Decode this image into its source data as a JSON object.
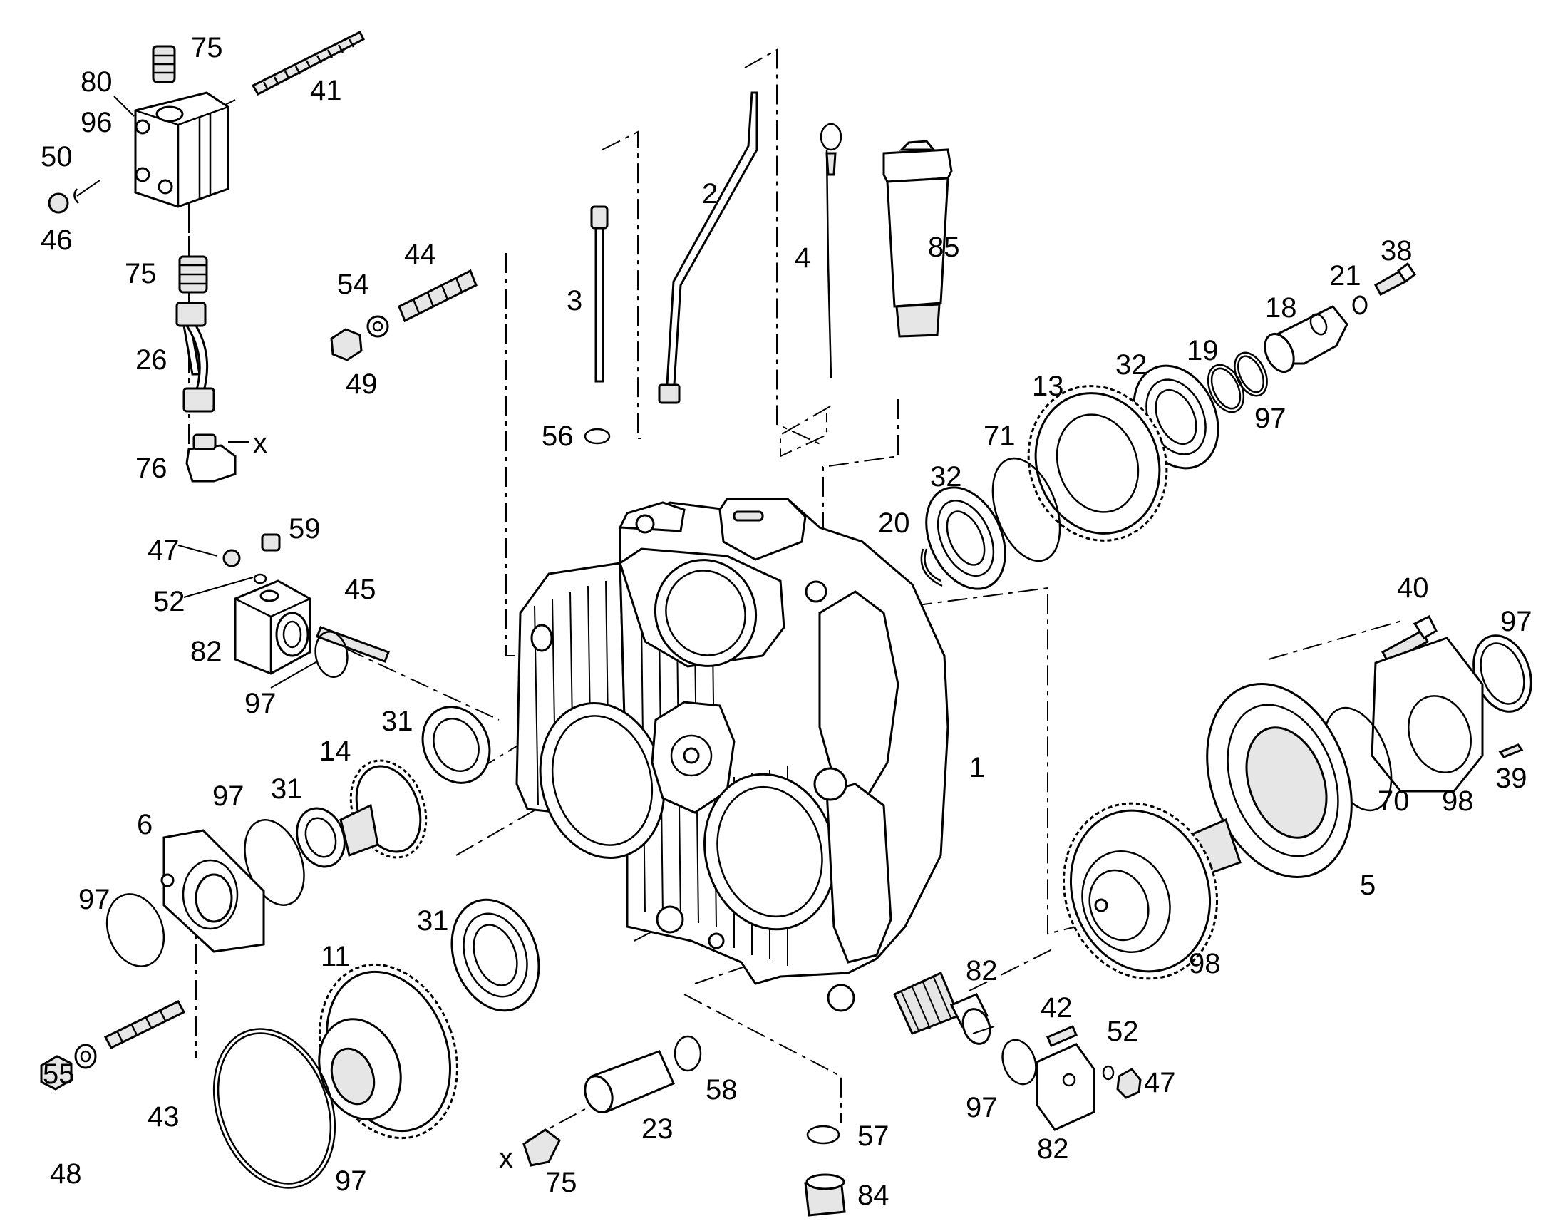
{
  "labels": [
    {
      "id": "l75a",
      "text": "75"
    },
    {
      "id": "l80",
      "text": "80"
    },
    {
      "id": "l96",
      "text": "96"
    },
    {
      "id": "l41",
      "text": "41"
    },
    {
      "id": "l50",
      "text": "50"
    },
    {
      "id": "l46",
      "text": "46"
    },
    {
      "id": "l75b",
      "text": "75"
    },
    {
      "id": "l26",
      "text": "26"
    },
    {
      "id": "l76",
      "text": "76"
    },
    {
      "id": "lx1",
      "text": "x"
    },
    {
      "id": "l54",
      "text": "54"
    },
    {
      "id": "l44",
      "text": "44"
    },
    {
      "id": "l49",
      "text": "49"
    },
    {
      "id": "l3",
      "text": "3"
    },
    {
      "id": "l56",
      "text": "56"
    },
    {
      "id": "l2",
      "text": "2"
    },
    {
      "id": "l4",
      "text": "4"
    },
    {
      "id": "l85",
      "text": "85"
    },
    {
      "id": "l38",
      "text": "38"
    },
    {
      "id": "l21",
      "text": "21"
    },
    {
      "id": "l18",
      "text": "18"
    },
    {
      "id": "l32a",
      "text": "32"
    },
    {
      "id": "l19",
      "text": "19"
    },
    {
      "id": "l97a",
      "text": "97"
    },
    {
      "id": "l13",
      "text": "13"
    },
    {
      "id": "l71",
      "text": "71"
    },
    {
      "id": "l32b",
      "text": "32"
    },
    {
      "id": "l20",
      "text": "20"
    },
    {
      "id": "l47a",
      "text": "47"
    },
    {
      "id": "l59",
      "text": "59"
    },
    {
      "id": "l52a",
      "text": "52"
    },
    {
      "id": "l45",
      "text": "45"
    },
    {
      "id": "l82a",
      "text": "82"
    },
    {
      "id": "l97b",
      "text": "97"
    },
    {
      "id": "l31a",
      "text": "31"
    },
    {
      "id": "l14",
      "text": "14"
    },
    {
      "id": "l97c",
      "text": "97"
    },
    {
      "id": "l31b",
      "text": "31"
    },
    {
      "id": "l6",
      "text": "6"
    },
    {
      "id": "l97d",
      "text": "97"
    },
    {
      "id": "l40",
      "text": "40"
    },
    {
      "id": "l97e",
      "text": "97"
    },
    {
      "id": "l1",
      "text": "1"
    },
    {
      "id": "l39",
      "text": "39"
    },
    {
      "id": "l70",
      "text": "70"
    },
    {
      "id": "l98a",
      "text": "98"
    },
    {
      "id": "l5",
      "text": "5"
    },
    {
      "id": "l98b",
      "text": "98"
    },
    {
      "id": "l31c",
      "text": "31"
    },
    {
      "id": "l11",
      "text": "11"
    },
    {
      "id": "l82b",
      "text": "82"
    },
    {
      "id": "l42",
      "text": "42"
    },
    {
      "id": "l52b",
      "text": "52"
    },
    {
      "id": "l97f",
      "text": "97"
    },
    {
      "id": "l47b",
      "text": "47"
    },
    {
      "id": "l82c",
      "text": "82"
    },
    {
      "id": "l55",
      "text": "55"
    },
    {
      "id": "l43",
      "text": "43"
    },
    {
      "id": "l48",
      "text": "48"
    },
    {
      "id": "l97g",
      "text": "97"
    },
    {
      "id": "l58",
      "text": "58"
    },
    {
      "id": "l23",
      "text": "23"
    },
    {
      "id": "lx2",
      "text": "x"
    },
    {
      "id": "l75c",
      "text": "75"
    },
    {
      "id": "l57",
      "text": "57"
    },
    {
      "id": "l84",
      "text": "84"
    }
  ]
}
